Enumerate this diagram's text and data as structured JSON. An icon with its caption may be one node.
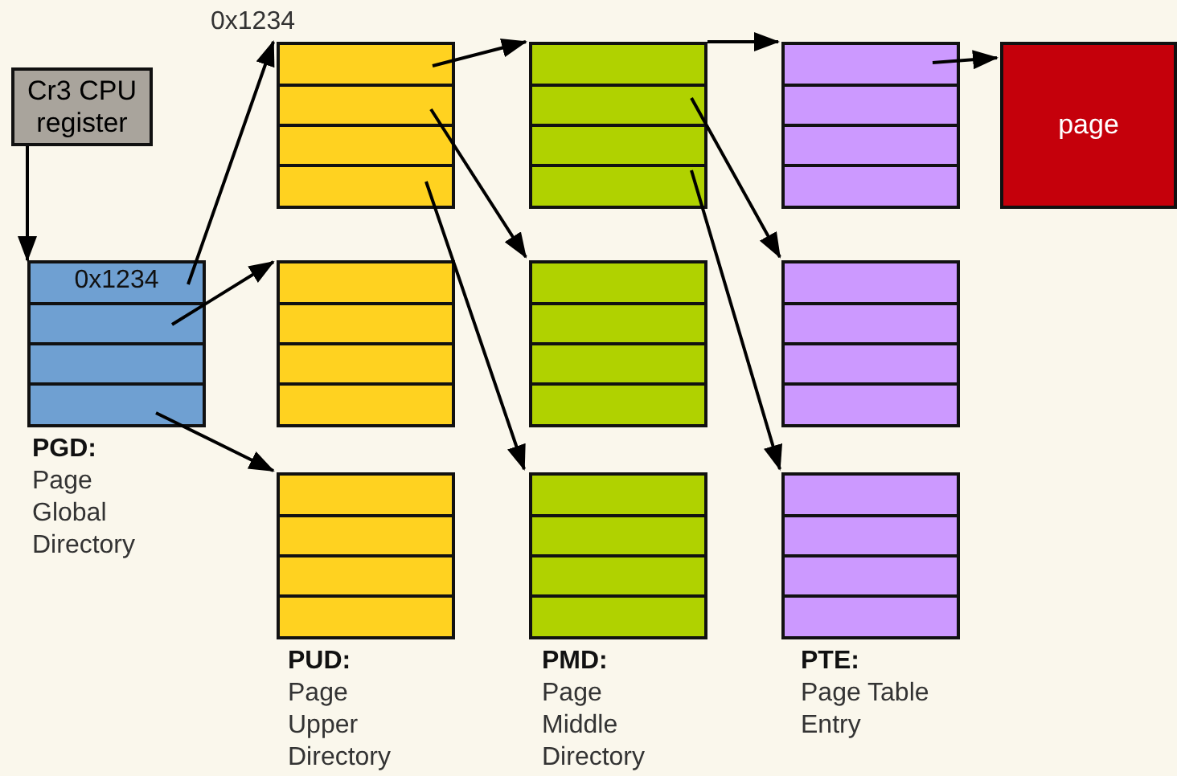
{
  "diagram": {
    "nodes": [
      {
        "text": [
          "Cr3 CPU register"
        ]
      },
      {
        "text": [],
        "shape": "box",
        "beside": [
          "**PGD:** Page Global Directory"
        ]
      },
      {
        "text": [
          "0x1234"
        ],
        "in": 1
      },
      {
        "text": [],
        "shape": "box",
        "in": 1
      },
      {
        "text": [],
        "shape": "box",
        "in": 1
      },
      {
        "text": [],
        "shape": "box",
        "in": 1
      },
      {
        "text": [],
        "shape": "box",
        "beside": [
          "0x1234"
        ]
      },
      {
        "text": [],
        "shape": "box",
        "in": 6
      },
      {
        "text": [],
        "shape": "box",
        "in": 6
      },
      {
        "text": [],
        "shape": "box",
        "in": 6
      },
      {
        "text": [],
        "shape": "box",
        "in": 6
      },
      {
        "text": [],
        "shape": "box"
      },
      {
        "text": [],
        "shape": "box",
        "in": 11
      },
      {
        "text": [],
        "shape": "box",
        "in": 11
      },
      {
        "text": [],
        "shape": "box",
        "in": 11
      },
      {
        "text": [],
        "shape": "box",
        "in": 11
      },
      {
        "text": [],
        "shape": "box",
        "beside": [
          "**PUD:** Page Upper Directory"
        ]
      },
      {
        "text": [],
        "shape": "box",
        "in": 16
      },
      {
        "text": [],
        "shape": "box",
        "in": 16
      },
      {
        "text": [],
        "shape": "box",
        "in": 16
      },
      {
        "text": [],
        "shape": "box",
        "in": 16
      },
      {
        "text": [],
        "shape": "box"
      },
      {
        "text": [],
        "shape": "box",
        "in": 21
      },
      {
        "text": [],
        "shape": "box",
        "in": 21
      },
      {
        "text": [],
        "shape": "box",
        "in": 21
      },
      {
        "text": [],
        "shape": "box",
        "in": 21
      },
      {
        "text": [],
        "shape": "box"
      },
      {
        "text": [],
        "shape": "box",
        "in": 26
      },
      {
        "text": [],
        "shape": "box",
        "in": 26
      },
      {
        "text": [],
        "shape": "box",
        "in": 26
      },
      {
        "text": [],
        "shape": "box",
        "in": 26
      },
      {
        "text": [],
        "shape": "box",
        "beside": [
          "**PMD:** Page Middle Directory"
        ]
      },
      {
        "text": [],
        "shape": "box",
        "in": 31
      },
      {
        "text": [],
        "shape": "box",
        "in": 31
      },
      {
        "text": [],
        "shape": "box",
        "in": 31
      },
      {
        "text": [],
        "shape": "box",
        "in": 31
      },
      {
        "text": [],
        "shape": "box"
      },
      {
        "text": [],
        "shape": "box",
        "in": 36
      },
      {
        "text": [],
        "shape": "box",
        "in": 36
      },
      {
        "text": [],
        "shape": "box",
        "in": 36
      },
      {
        "text": [],
        "shape": "box",
        "in": 36
      },
      {
        "text": [],
        "shape": "box"
      },
      {
        "text": [],
        "shape": "box",
        "in": 41
      },
      {
        "text": [],
        "shape": "box",
        "in": 41
      },
      {
        "text": [],
        "shape": "box",
        "in": 41
      },
      {
        "text": [],
        "shape": "box",
        "in": 41
      },
      {
        "text": [],
        "shape": "box",
        "beside": [
          "**PTE:** Page Table Entry"
        ]
      },
      {
        "text": [],
        "shape": "box",
        "in": 46
      },
      {
        "text": [],
        "shape": "box",
        "in": 46
      },
      {
        "text": [],
        "shape": "box",
        "in": 46
      },
      {
        "text": [],
        "shape": "box",
        "in": 46
      },
      {
        "text": [
          "page"
        ]
      }
    ],
    "edges": [
      {
        "from": 0,
        "to": 1,
        "arrow": "to"
      },
      {
        "from": 2,
        "to": 6,
        "arrow": "to"
      },
      {
        "from": 3,
        "to": 11,
        "arrow": "to"
      },
      {
        "from": 5,
        "to": 16,
        "arrow": "to"
      },
      {
        "from": 7,
        "to": 21,
        "arrow": "to"
      },
      {
        "from": 8,
        "to": 26,
        "arrow": "to"
      },
      {
        "from": 10,
        "to": 31,
        "arrow": "to"
      },
      {
        "from": 21,
        "to": 36,
        "arrow": "to"
      },
      {
        "from": 23,
        "to": 41,
        "arrow": "to"
      },
      {
        "from": 25,
        "to": 46,
        "arrow": "to"
      },
      {
        "from": 37,
        "to": 51,
        "arrow": "to"
      }
    ]
  }
}
